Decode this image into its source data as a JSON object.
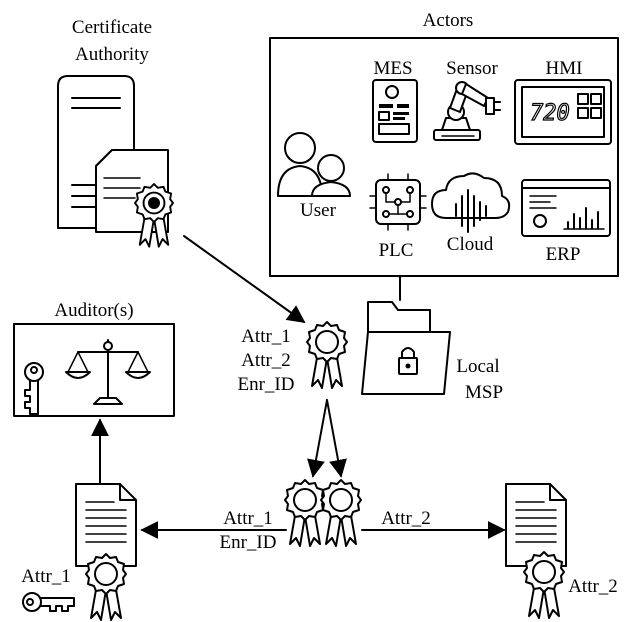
{
  "ca": {
    "line1": "Certificate",
    "line2": "Authority"
  },
  "actors": {
    "title": "Actors",
    "mes": "MES",
    "sensor": "Sensor",
    "hmi": "HMI",
    "hmi_display": "720",
    "user": "User",
    "plc": "PLC",
    "cloud": "Cloud",
    "erp": "ERP"
  },
  "auditors": {
    "title": "Auditor(s)"
  },
  "enrollment_cert": {
    "attr1": "Attr_1",
    "attr2": "Attr_2",
    "enr_id": "Enr_ID"
  },
  "local_msp": {
    "line1": "Local",
    "line2": "MSP"
  },
  "presented_left": {
    "attr1": "Attr_1",
    "enr_id": "Enr_ID"
  },
  "presented_right": {
    "attr2": "Attr_2"
  },
  "left_document": {
    "attr1": "Attr_1"
  },
  "right_document": {
    "attr2": "Attr_2"
  }
}
